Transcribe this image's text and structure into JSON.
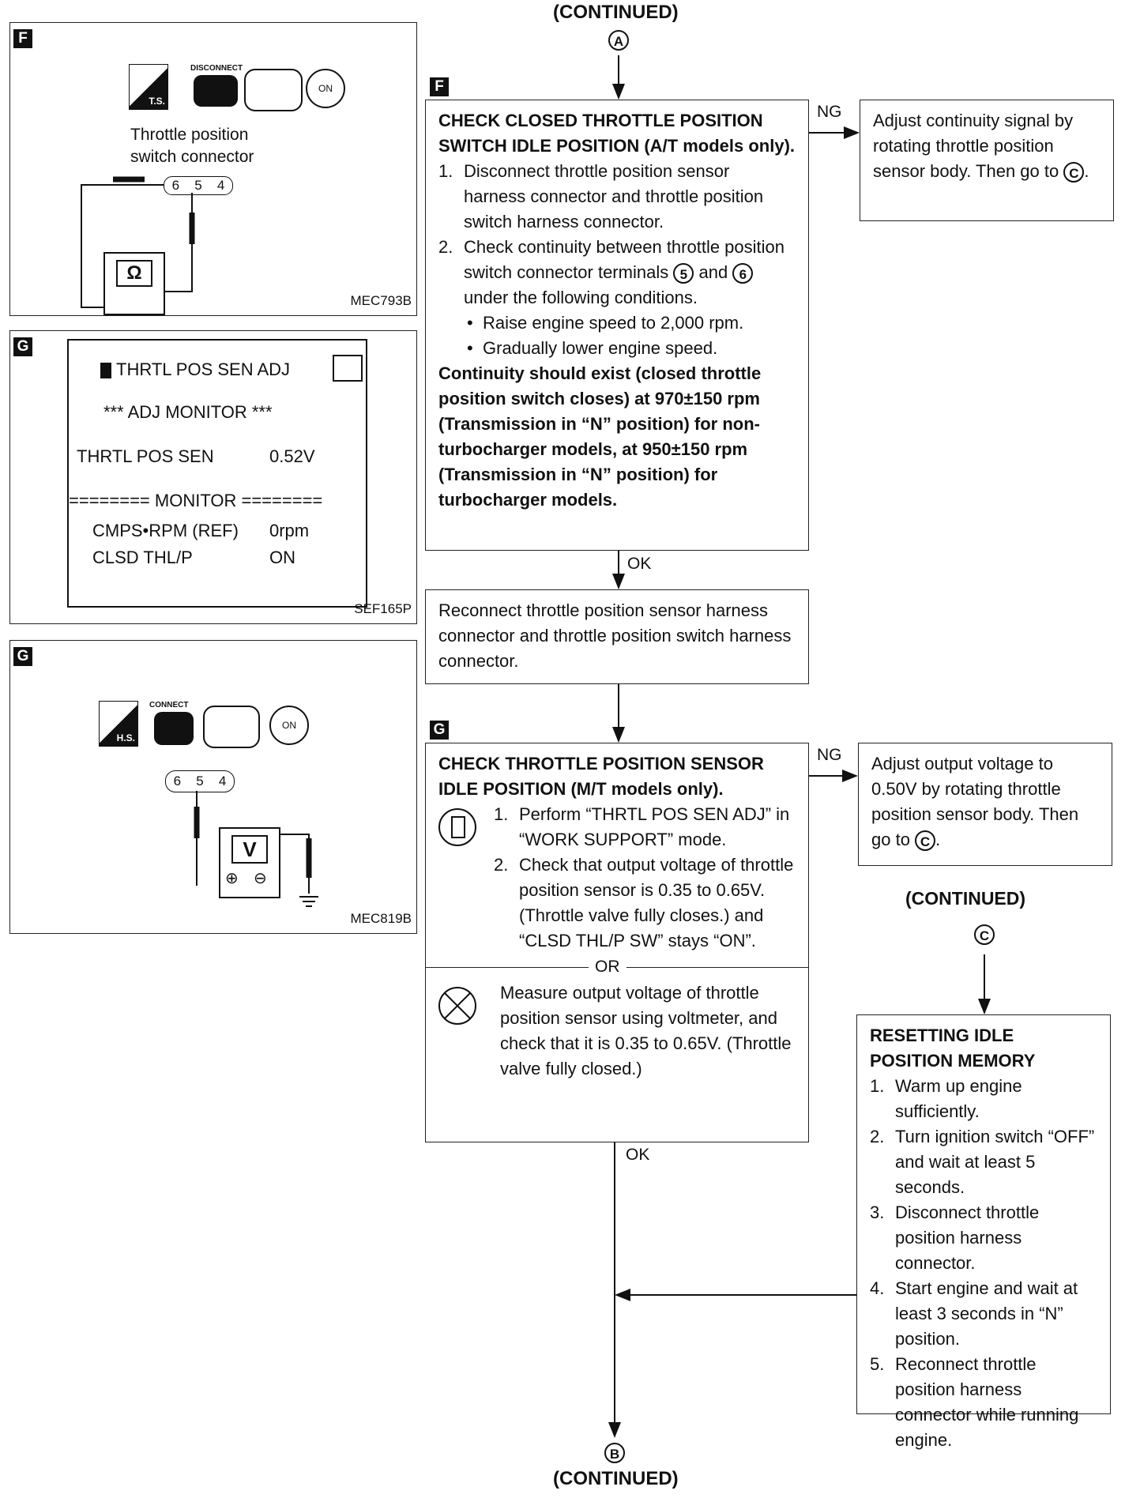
{
  "header": {
    "continued_top": "(CONTINUED)",
    "connector_a": "A"
  },
  "footer": {
    "connector_b": "B",
    "continued_bottom": "(CONTINUED)"
  },
  "fig_f": {
    "tag": "F",
    "disconnect_label": "DISCONNECT",
    "ts_label": "T.S.",
    "connector_caption_1": "Throttle position",
    "connector_caption_2": "switch connector",
    "pins": [
      "6",
      "5",
      "4"
    ],
    "meter_symbol": "Ω",
    "code": "MEC793B",
    "on_label": "ON"
  },
  "fig_g1": {
    "tag": "G",
    "title": "THRTL POS SEN ADJ",
    "subtitle": "*** ADJ MONITOR ***",
    "row1_label": "THRTL POS SEN",
    "row1_value": "0.52V",
    "divider": "======== MONITOR ========",
    "row2_label": "CMPS•RPM (REF)",
    "row2_value": "0rpm",
    "row3_label": "CLSD THL/P",
    "row3_value": "ON",
    "code": "SEF165P"
  },
  "fig_g2": {
    "tag": "G",
    "connect_label": "CONNECT",
    "hs_label": "H.S.",
    "pins": [
      "6",
      "5",
      "4"
    ],
    "meter_symbol": "V",
    "plus": "⊕",
    "minus": "⊖",
    "code": "MEC819B",
    "on_label": "ON"
  },
  "step_f": {
    "tag": "F",
    "title": "CHECK CLOSED THROTTLE POSITION SWITCH IDLE POSITION (A/T models only).",
    "items": [
      {
        "n": "1.",
        "text": "Disconnect throttle position sensor harness connector and throttle position switch harness connector."
      },
      {
        "n": "2.",
        "text_a": "Check continuity between throttle position switch connector terminals",
        "c5": "5",
        "and": "and",
        "c6": "6",
        "text_b": "under the following conditions."
      }
    ],
    "bullets": [
      "Raise engine speed to 2,000 rpm.",
      "Gradually lower engine speed."
    ],
    "spec": "Continuity should exist (closed throttle position switch closes) at 970±150 rpm (Transmission in “N” position) for non-turbocharger models, at 950±150 rpm (Transmission in “N” position) for turbocharger models."
  },
  "ng1": {
    "label": "NG",
    "text": "Adjust continuity signal by rotating throttle position sensor body. Then go to",
    "c": "C",
    "end": "."
  },
  "ok1": "OK",
  "reconnect": "Reconnect throttle position sensor harness connector and throttle position switch harness connector.",
  "step_g": {
    "tag": "G",
    "title": "CHECK THROTTLE POSITION SENSOR IDLE POSITION (M/T models only).",
    "items": [
      {
        "n": "1.",
        "text": "Perform “THRTL POS SEN ADJ” in “WORK SUPPORT” mode."
      },
      {
        "n": "2.",
        "text": "Check that output voltage of throttle position sensor is 0.35 to 0.65V. (Throttle valve fully closes.) and “CLSD THL/P SW” stays “ON”."
      }
    ],
    "or": "OR",
    "alt": "Measure output voltage of throttle position sensor using voltmeter, and check that it is 0.35 to 0.65V. (Throttle valve fully closed.)"
  },
  "ng2": {
    "label": "NG",
    "text": "Adjust output voltage to 0.50V by rotating throttle position sensor body. Then go to",
    "c": "C",
    "end": "."
  },
  "ok2": "OK",
  "continued_c": {
    "text": "(CONTINUED)",
    "c": "C"
  },
  "reset": {
    "title": "RESETTING IDLE POSITION MEMORY",
    "items": [
      {
        "n": "1.",
        "text": "Warm up engine sufficiently."
      },
      {
        "n": "2.",
        "text": "Turn ignition switch “OFF” and wait at least 5 seconds."
      },
      {
        "n": "3.",
        "text": "Disconnect throttle position harness connector."
      },
      {
        "n": "4.",
        "text": "Start engine and wait at least 3 seconds in “N” position."
      },
      {
        "n": "5.",
        "text": "Reconnect throttle position harness connector while running engine."
      }
    ]
  }
}
